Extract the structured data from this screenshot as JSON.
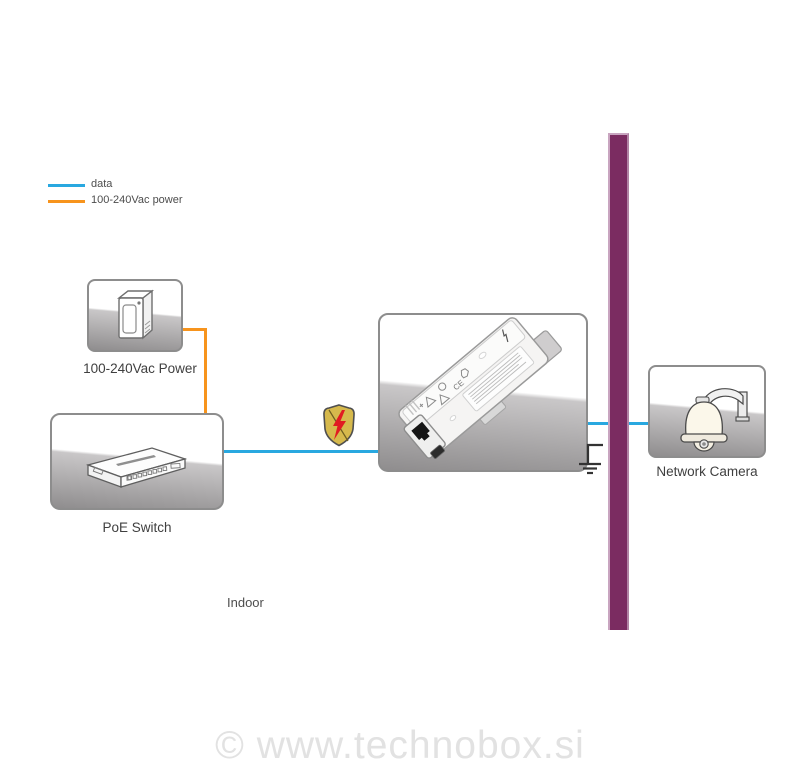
{
  "diagram": {
    "legend": {
      "items": [
        {
          "label": "data",
          "color": "#29a8e0"
        },
        {
          "label": "100-240Vac power",
          "color": "#f7941d"
        }
      ]
    },
    "nodes": {
      "power_supply": {
        "label": "100-240Vac Power",
        "icon": "power-supply-unit-icon"
      },
      "poe_switch": {
        "label": "PoE Switch",
        "icon": "poe-switch-icon"
      },
      "surge_protector": {
        "icon": "din-rail-surge-protector-icon",
        "ce_mark": "CE"
      },
      "network_camera": {
        "label": "Network Camera",
        "icon": "dome-camera-icon"
      }
    },
    "annotations": {
      "indoor_label": "Indoor"
    },
    "icons": {
      "shield": "surge-protection-shield-icon",
      "ground": "earth-ground-icon",
      "wall": "wall-divider"
    },
    "colors": {
      "data_line": "#29a8e0",
      "power_line": "#f7941d",
      "wall": "#7b2c61",
      "wall_border": "#c9a5c0",
      "shield_gold": "#d6b94c",
      "bolt_red": "#e11b22",
      "box_border": "#8d8d8d"
    }
  },
  "watermark": {
    "text": "© www.technobox.si"
  }
}
